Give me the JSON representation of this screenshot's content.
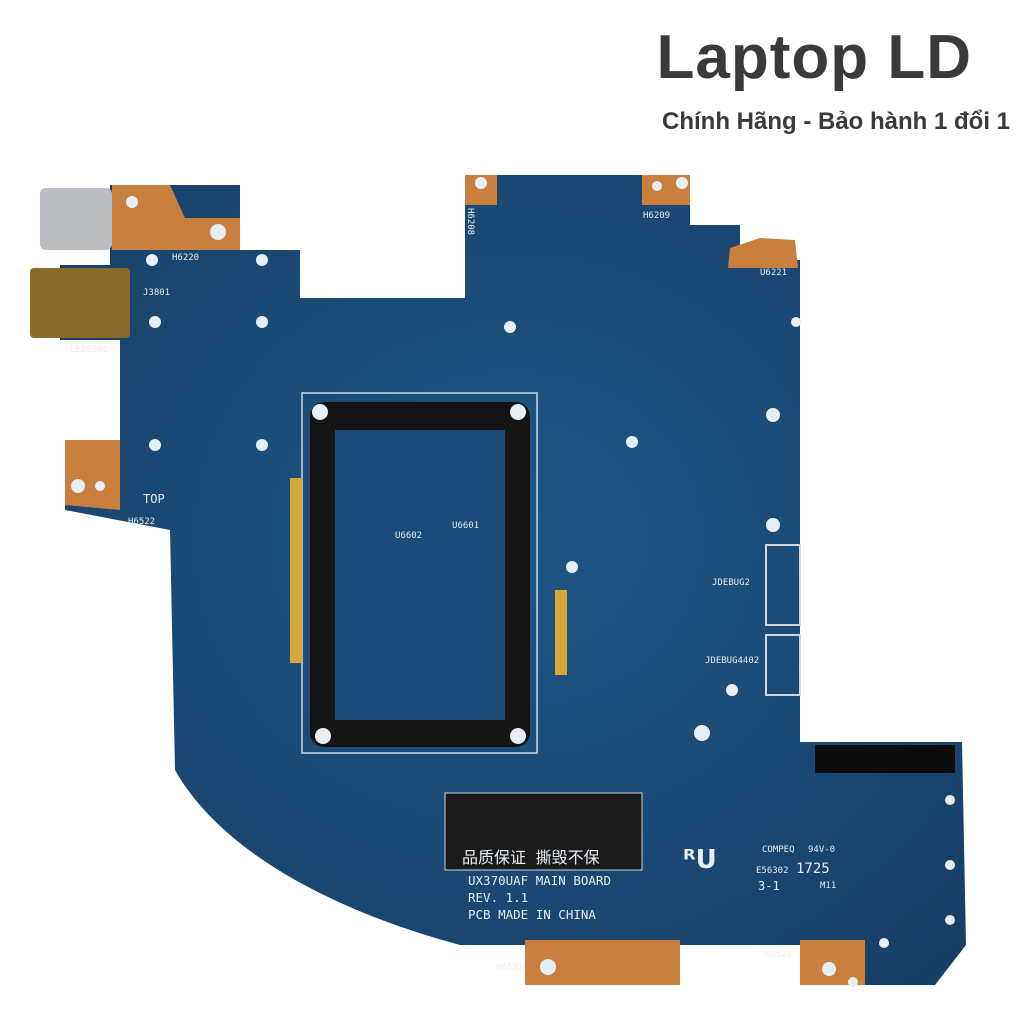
{
  "header": {
    "brand": "Laptop LD",
    "tagline": "Chính Hãng - Bảo hành 1 đổi 1"
  },
  "board": {
    "colors": {
      "pcb": "#1d4e7a",
      "pcb_dark": "#173f66",
      "copper": "#c9803f",
      "shield": "#141414",
      "silk": "#e8eef5"
    },
    "labels": {
      "h6220": "H6220",
      "j3801": "J3801",
      "leds602": "LEDS602",
      "top": "TOP",
      "h6522": "H6522",
      "h6209": "H6209",
      "h6208": "H6208",
      "u6221": "U6221",
      "u6602": "U6602",
      "u6601": "U6601",
      "jdebug2": "JDEBUG2",
      "jdebug4402": "JDEBUG4402",
      "h6523": "H6523",
      "h6524": "H6524"
    },
    "sticker": "品质保证 撕毁不保",
    "model": "UX370UAF MAIN BOARD",
    "rev": "REV. 1.1",
    "made": "PCB MADE IN CHINA",
    "mfr": "COMPEQ",
    "rating": "94V-0",
    "cert": "E56302",
    "date": "1725",
    "code1": "3-1",
    "code2": "M11"
  }
}
